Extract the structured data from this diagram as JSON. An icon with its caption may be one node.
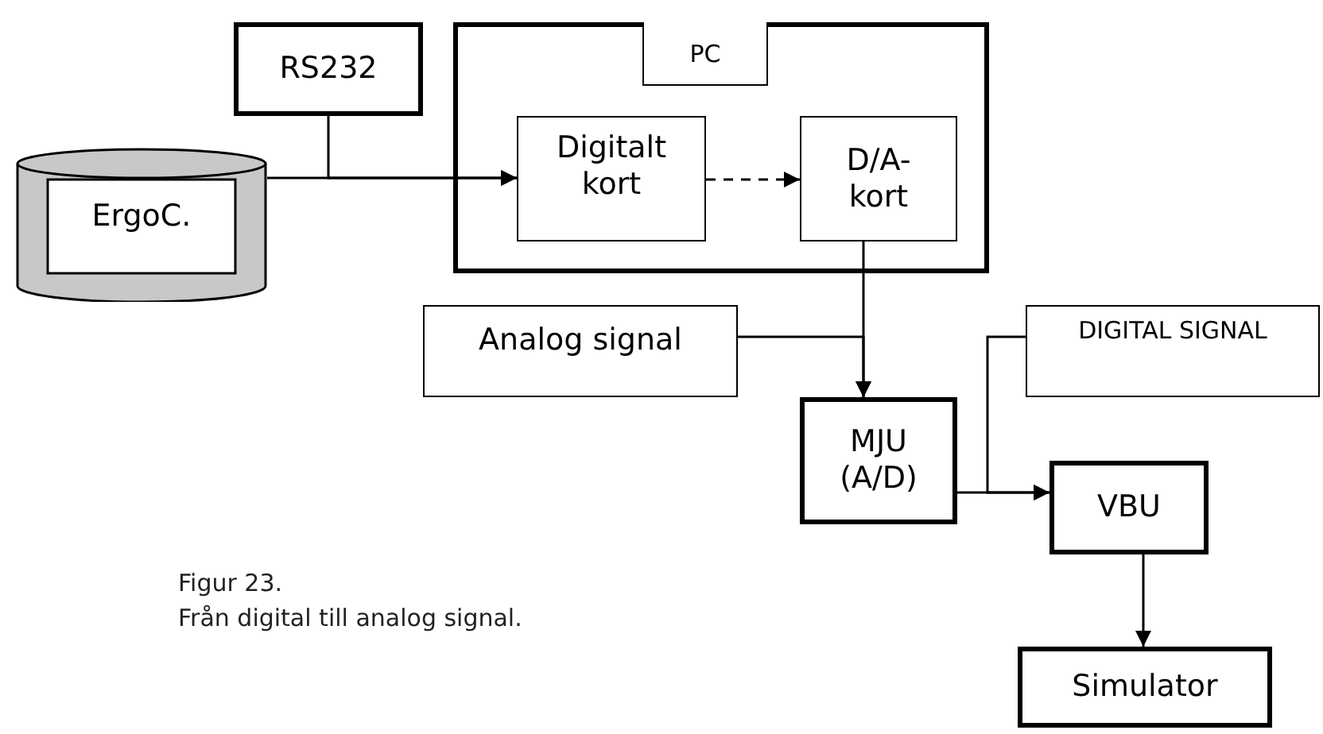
{
  "diagram": {
    "title": "Figur 23.",
    "caption": "Från digital till analog signal.",
    "nodes": [
      {
        "text": [
          "ErgoC."
        ]
      },
      {
        "text": [
          "RS232"
        ]
      },
      {
        "text": [],
        "shape": "box"
      },
      {
        "text": [
          "PC"
        ],
        "in": 2
      },
      {
        "text": [
          "Digitalt kort"
        ],
        "in": 2
      },
      {
        "text": [
          "D/A-kort"
        ],
        "in": 2
      },
      {
        "text": [
          "Analog signal"
        ]
      },
      {
        "text": [
          "DIGITAL SIGNAL"
        ]
      },
      {
        "text": [
          "MJU (A/D)"
        ]
      },
      {
        "text": [
          "VBU"
        ]
      },
      {
        "text": [
          "Simulator"
        ]
      }
    ],
    "edges": [
      {
        "from": 0,
        "to": 4,
        "arrow": "to"
      },
      {
        "from": 1,
        "to": 4,
        "arrow": "to"
      },
      {
        "from": 4,
        "to": 5,
        "arrow": "to",
        "style": "dashed"
      },
      {
        "from": 5,
        "to": 8,
        "arrow": "to"
      },
      {
        "from": 6,
        "to": 8,
        "arrow": "to"
      },
      {
        "from": 8,
        "to": 9,
        "arrow": "to"
      },
      {
        "from": 7,
        "to": 9,
        "arrow": "to"
      },
      {
        "from": 9,
        "to": 10,
        "arrow": "to"
      }
    ]
  }
}
